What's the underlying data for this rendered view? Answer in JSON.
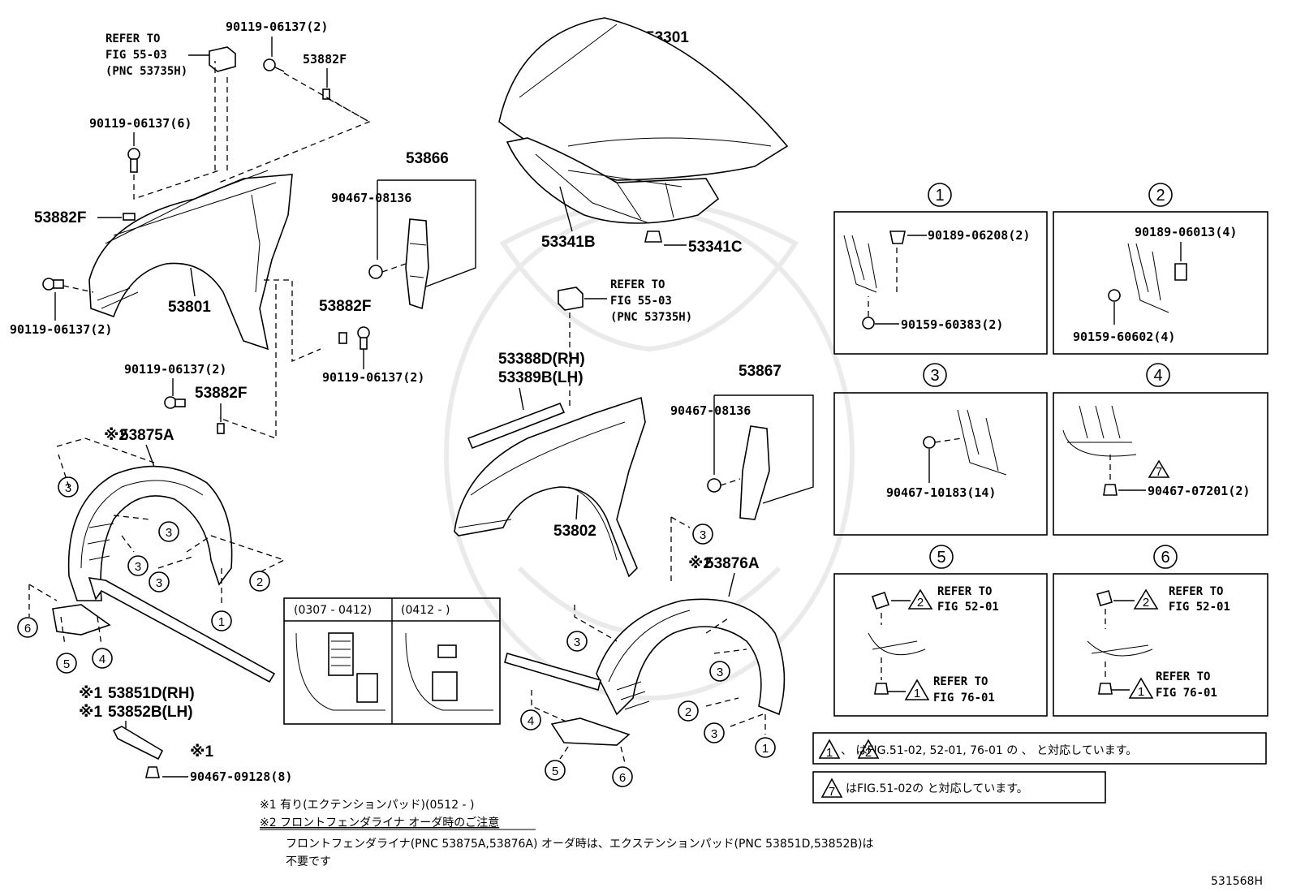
{
  "diagram_code": "531568H",
  "labels": {
    "refer1_a": "REFER TO",
    "refer1_b": "FIG 55-03",
    "refer1_c": "(PNC 53735H)",
    "p_90119_2_top": "90119-06137(2)",
    "p_53882F_top": "53882F",
    "p_90119_6": "90119-06137(6)",
    "p_53882F_left": "53882F",
    "p_53801": "53801",
    "p_90119_2_left": "90119-06137(2)",
    "p_53866": "53866",
    "p_90467_08136_a": "90467-08136",
    "p_53882F_mid": "53882F",
    "p_90119_2_mid": "90119-06137(2)",
    "p_90119_2_low": "90119-06137(2)",
    "p_53882F_low": "53882F",
    "p_53875A": "53875A",
    "p_53301": "53301",
    "p_53341B": "53341B",
    "p_53341C": "53341C",
    "refer2_a": "REFER TO",
    "refer2_b": "FIG 55-03",
    "refer2_c": "(PNC 53735H)",
    "p_53388D": "53388D(RH)",
    "p_53389B": "53389B(LH)",
    "p_53867": "53867",
    "p_90467_08136_b": "90467-08136",
    "p_53802": "53802",
    "p_53876A": "53876A",
    "p_53851D": "53851D(RH)",
    "p_53852B": "53852B(LH)",
    "p_90467_09128": "90467-09128(8)",
    "mark1": "※1",
    "mark2": "※2",
    "inset_a": "(0307 - 0412)",
    "inset_b": "(0412 -      )"
  },
  "detail_boxes": {
    "b1": {
      "num": "1",
      "t1": "90189-06208(2)",
      "t2": "90159-60383(2)"
    },
    "b2": {
      "num": "2",
      "t1": "90189-06013(4)",
      "t2": "90159-60602(4)"
    },
    "b3": {
      "num": "3",
      "t1": "90467-10183(14)"
    },
    "b4": {
      "num": "4",
      "t1": "90467-07201(2)",
      "tri": "7"
    },
    "b5": {
      "num": "5",
      "r1a": "REFER TO",
      "r1b": "FIG 52-01",
      "r2a": "REFER TO",
      "r2b": "FIG 76-01",
      "tri1": "2",
      "tri2": "1"
    },
    "b6": {
      "num": "6",
      "r1a": "REFER TO",
      "r1b": "FIG 52-01",
      "r2a": "REFER TO",
      "r2b": "FIG 76-01",
      "tri1": "2",
      "tri2": "1"
    }
  },
  "notes": {
    "cross_ref_1": "、  はFIG.51-02, 52-01, 76-01 の  、  と対応しています。",
    "cross_ref_2": "はFIG.51-02の    と対応しています。",
    "n1": "※1 有り(エクテンションパッド)(0512 -        )",
    "n2": "※2 フロントフェンダライナ オーダ時のご注意",
    "n3": "フロントフェンダライナ(PNC 53875A,53876A) オーダ時は、エクステンションパッド(PNC 53851D,53852B)は",
    "n4": "不要です"
  },
  "callouts": [
    "1",
    "2",
    "3",
    "4",
    "5",
    "6"
  ]
}
